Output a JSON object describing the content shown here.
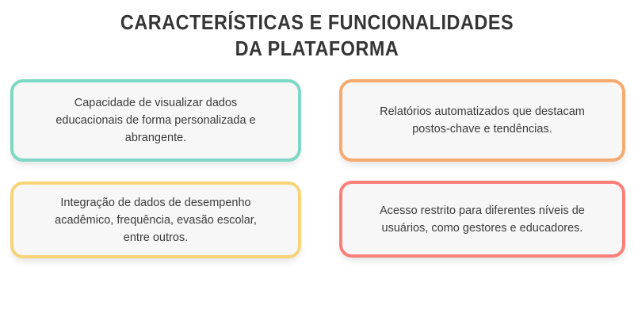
{
  "slide": {
    "background_color": "#ffffff",
    "title": "CARACTERÍSTICAS E FUNCIONALIDADES\nDA PLATAFORMA",
    "title_color": "#353535"
  },
  "cards": [
    {
      "id": "card-capacidade-visualizar-dados",
      "text": "Capacidade de visualizar dados\neducacionais de forma personalizada e\nabrangente.",
      "border_color": "#7fd8c4",
      "fill_color": "#f7f7f7",
      "text_color": "#3b3b3b",
      "position": "top-left"
    },
    {
      "id": "card-relatorios-automatizados",
      "text": "Relatórios automatizados que destacam\npostos-chave e tendências.",
      "border_color": "#f5ab70",
      "fill_color": "#f7f7f7",
      "text_color": "#3b3b3b",
      "position": "top-right"
    },
    {
      "id": "card-integracao-dados-desempenho",
      "text": "Integração de dados de desempenho\nacadêmico, frequência, evasão escolar,\nentre outros.",
      "border_color": "#f8d479",
      "fill_color": "#f7f7f7",
      "text_color": "#3b3b3b",
      "position": "bottom-left"
    },
    {
      "id": "card-acesso-restrito-niveis",
      "text": "Acesso restrito para diferentes níveis de\nusuários, como gestores e educadores.",
      "border_color": "#fa8079",
      "fill_color": "#f7f7f7",
      "text_color": "#3b3b3b",
      "position": "bottom-right"
    }
  ]
}
